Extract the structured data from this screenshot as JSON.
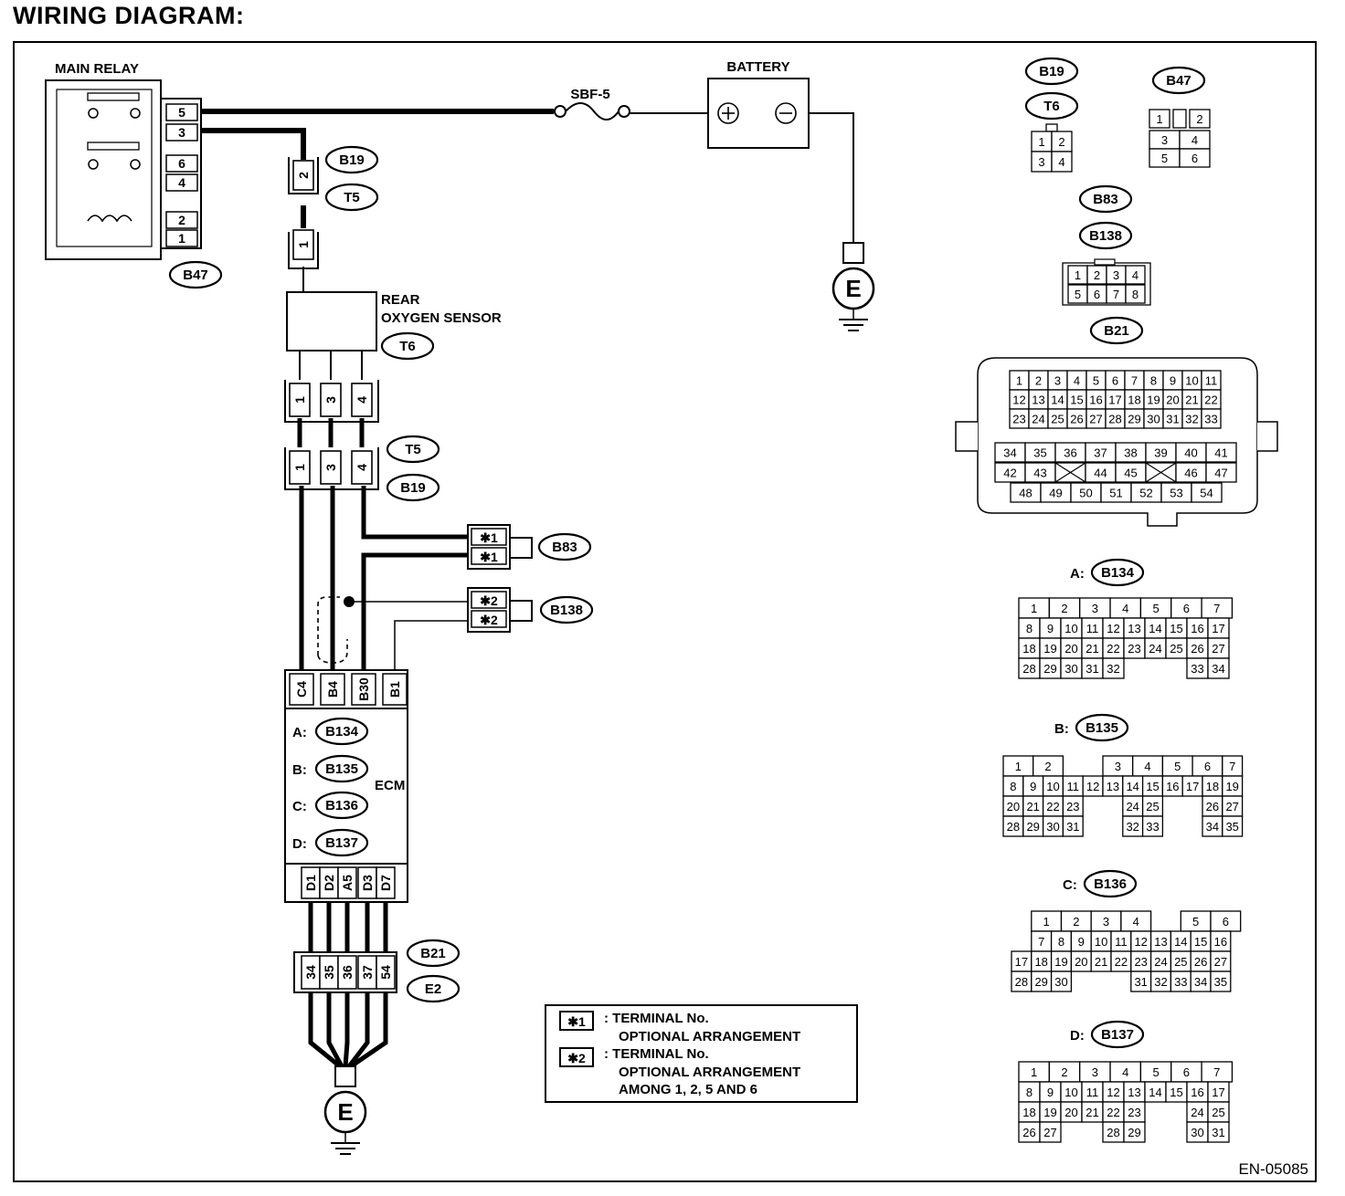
{
  "title": "WIRING DIAGRAM:",
  "figure_id": "EN-05085",
  "components": {
    "main_relay": "MAIN RELAY",
    "battery": "BATTERY",
    "fuse": "SBF-5",
    "rear_o2_l1": "REAR",
    "rear_o2_l2": "OXYGEN SENSOR",
    "ecm": "ECM",
    "ground": "E"
  },
  "relay_terminals": [
    "5",
    "3",
    "6",
    "4",
    "2",
    "1"
  ],
  "connector_tags": {
    "b47": "B47",
    "b19": "B19",
    "t5": "T5",
    "t6": "T6",
    "b83": "B83",
    "b138": "B138",
    "b21": "B21",
    "e2": "E2",
    "b134": "B134",
    "b135": "B135",
    "b136": "B136",
    "b137": "B137"
  },
  "ecm_prefix": {
    "a": "A:",
    "b": "B:",
    "c": "C:",
    "d": "D:"
  },
  "ecm_top_pins": [
    "C4",
    "B4",
    "B30",
    "B1"
  ],
  "ecm_bottom_pins": [
    "D1",
    "D2",
    "A5",
    "D3",
    "D7"
  ],
  "b21_wire_pins": [
    "34",
    "35",
    "36",
    "37",
    "54"
  ],
  "sensor_pins": [
    "1",
    "3",
    "4"
  ],
  "opt_pin1": "1",
  "opt_pin2": "2",
  "legend": {
    "mark1": "✱1",
    "mark2": "✱2",
    "line1": ":  TERMINAL No.",
    "line2": "OPTIONAL ARRANGEMENT",
    "line3": ":  TERMINAL No.",
    "line4": "OPTIONAL ARRANGEMENT",
    "line5": "AMONG 1, 2, 5 AND 6"
  },
  "connector_views": {
    "b19_t6": [
      [
        "1",
        "2"
      ],
      [
        "3",
        "4"
      ]
    ],
    "b47": [
      [
        "1",
        "",
        "2"
      ],
      [
        "3",
        "4"
      ],
      [
        "5",
        "6"
      ]
    ],
    "b83_b138": [
      [
        "1",
        "2",
        "3",
        "4"
      ],
      [
        "5",
        "6",
        "7",
        "8"
      ]
    ],
    "b21_top": [
      [
        "1",
        "2",
        "3",
        "4",
        "5",
        "6",
        "7",
        "8",
        "9",
        "10",
        "11"
      ],
      [
        "12",
        "13",
        "14",
        "15",
        "16",
        "17",
        "18",
        "19",
        "20",
        "21",
        "22"
      ],
      [
        "23",
        "24",
        "25",
        "26",
        "27",
        "28",
        "29",
        "30",
        "31",
        "32",
        "33"
      ]
    ],
    "b21_bottom": [
      [
        "34",
        "35",
        "36",
        "37",
        "38",
        "39",
        "40",
        "41"
      ],
      [
        "42",
        "43",
        "",
        "44",
        "45",
        "",
        "46",
        "47"
      ],
      [
        "48",
        "49",
        "50",
        "51",
        "52",
        "53",
        "54"
      ]
    ],
    "b134": [
      [
        "1",
        "2",
        "3",
        "4",
        "5",
        "6",
        "7"
      ],
      [
        "8",
        "9",
        "10",
        "11",
        "12",
        "13",
        "14",
        "15",
        "16",
        "17"
      ],
      [
        "18",
        "19",
        "20",
        "21",
        "22",
        "23",
        "24",
        "25",
        "26",
        "27"
      ],
      [
        "28",
        "29",
        "30",
        "31",
        "32",
        "33",
        "34"
      ]
    ],
    "b135": [
      [
        "1",
        "2",
        "3",
        "4",
        "5",
        "6",
        "7"
      ],
      [
        "8",
        "9",
        "10",
        "11",
        "12",
        "13",
        "14",
        "15",
        "16",
        "17",
        "18",
        "19"
      ],
      [
        "20",
        "21",
        "22",
        "23",
        "24",
        "25",
        "26",
        "27"
      ],
      [
        "28",
        "29",
        "30",
        "31",
        "32",
        "33",
        "34",
        "35"
      ]
    ],
    "b136": [
      [
        "1",
        "2",
        "3",
        "4",
        "5",
        "6"
      ],
      [
        "7",
        "8",
        "9",
        "10",
        "11",
        "12",
        "13",
        "14",
        "15",
        "16"
      ],
      [
        "17",
        "18",
        "19",
        "20",
        "21",
        "22",
        "23",
        "24",
        "25",
        "26",
        "27"
      ],
      [
        "28",
        "29",
        "30",
        "31",
        "32",
        "33",
        "34",
        "35"
      ]
    ],
    "b137": [
      [
        "1",
        "2",
        "3",
        "4",
        "5",
        "6",
        "7"
      ],
      [
        "8",
        "9",
        "10",
        "11",
        "12",
        "13",
        "14",
        "15",
        "16",
        "17"
      ],
      [
        "18",
        "19",
        "20",
        "21",
        "22",
        "23",
        "24",
        "25"
      ],
      [
        "26",
        "27",
        "28",
        "29",
        "30",
        "31"
      ]
    ]
  }
}
